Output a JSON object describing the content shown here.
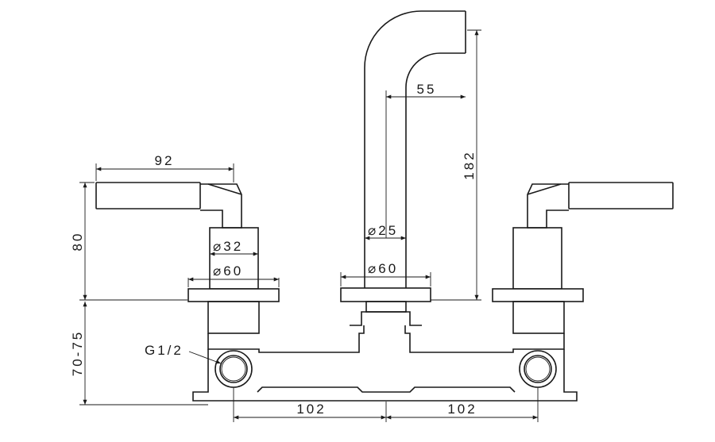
{
  "dimensions": {
    "width_handle": "92",
    "height_handle": "80",
    "height_body": "70-75",
    "spout_reach": "55",
    "spout_height": "182",
    "dia_stem": "32",
    "dia_flange_left": "60",
    "dia_spout": "25",
    "dia_flange_center": "60",
    "spacing_left": "102",
    "spacing_right": "102",
    "connection": "G1/2"
  },
  "symbols": {
    "diameter": "⌀"
  }
}
